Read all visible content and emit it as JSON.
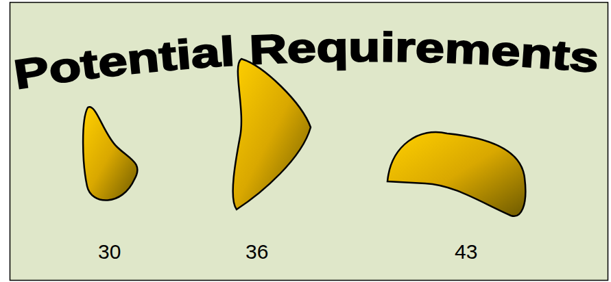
{
  "diagram": {
    "title": "Potential Requirements",
    "labels": [
      "30",
      "36",
      "43"
    ]
  }
}
